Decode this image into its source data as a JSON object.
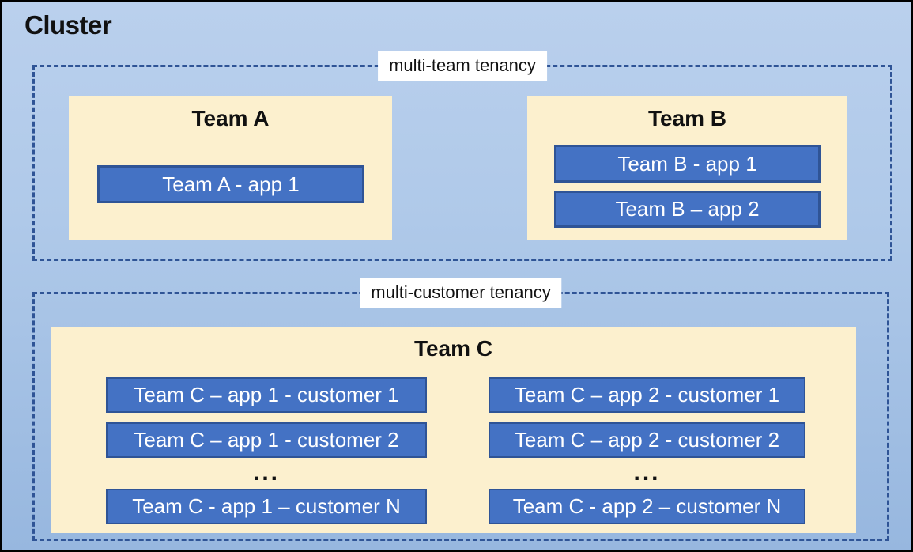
{
  "cluster": {
    "title": "Cluster"
  },
  "sections": {
    "multi_team": {
      "label": "multi-team tenancy",
      "teams": [
        {
          "name": "Team A",
          "apps": [
            "Team A - app 1"
          ]
        },
        {
          "name": "Team B",
          "apps": [
            "Team B - app 1",
            "Team B – app 2"
          ]
        }
      ]
    },
    "multi_customer": {
      "label": "multi-customer tenancy",
      "teams": [
        {
          "name": "Team C",
          "columns": [
            {
              "apps": [
                "Team C – app 1 - customer 1",
                "Team C – app 1 - customer 2",
                "Team C - app 1 – customer N"
              ],
              "ellipsis": "..."
            },
            {
              "apps": [
                "Team C – app 2 - customer 1",
                "Team C – app 2 - customer 2",
                "Team C - app 2 – customer N"
              ],
              "ellipsis": "..."
            }
          ]
        }
      ]
    }
  },
  "colors": {
    "app_fill": "#4472C4",
    "app_border": "#2F5496",
    "team_fill": "#FCF0CE",
    "dashed_border": "#2F5496",
    "background_top": "#BAD0ED",
    "background_bottom": "#97B7DF",
    "label_background": "#FFFFFF",
    "outer_border": "#000000"
  }
}
